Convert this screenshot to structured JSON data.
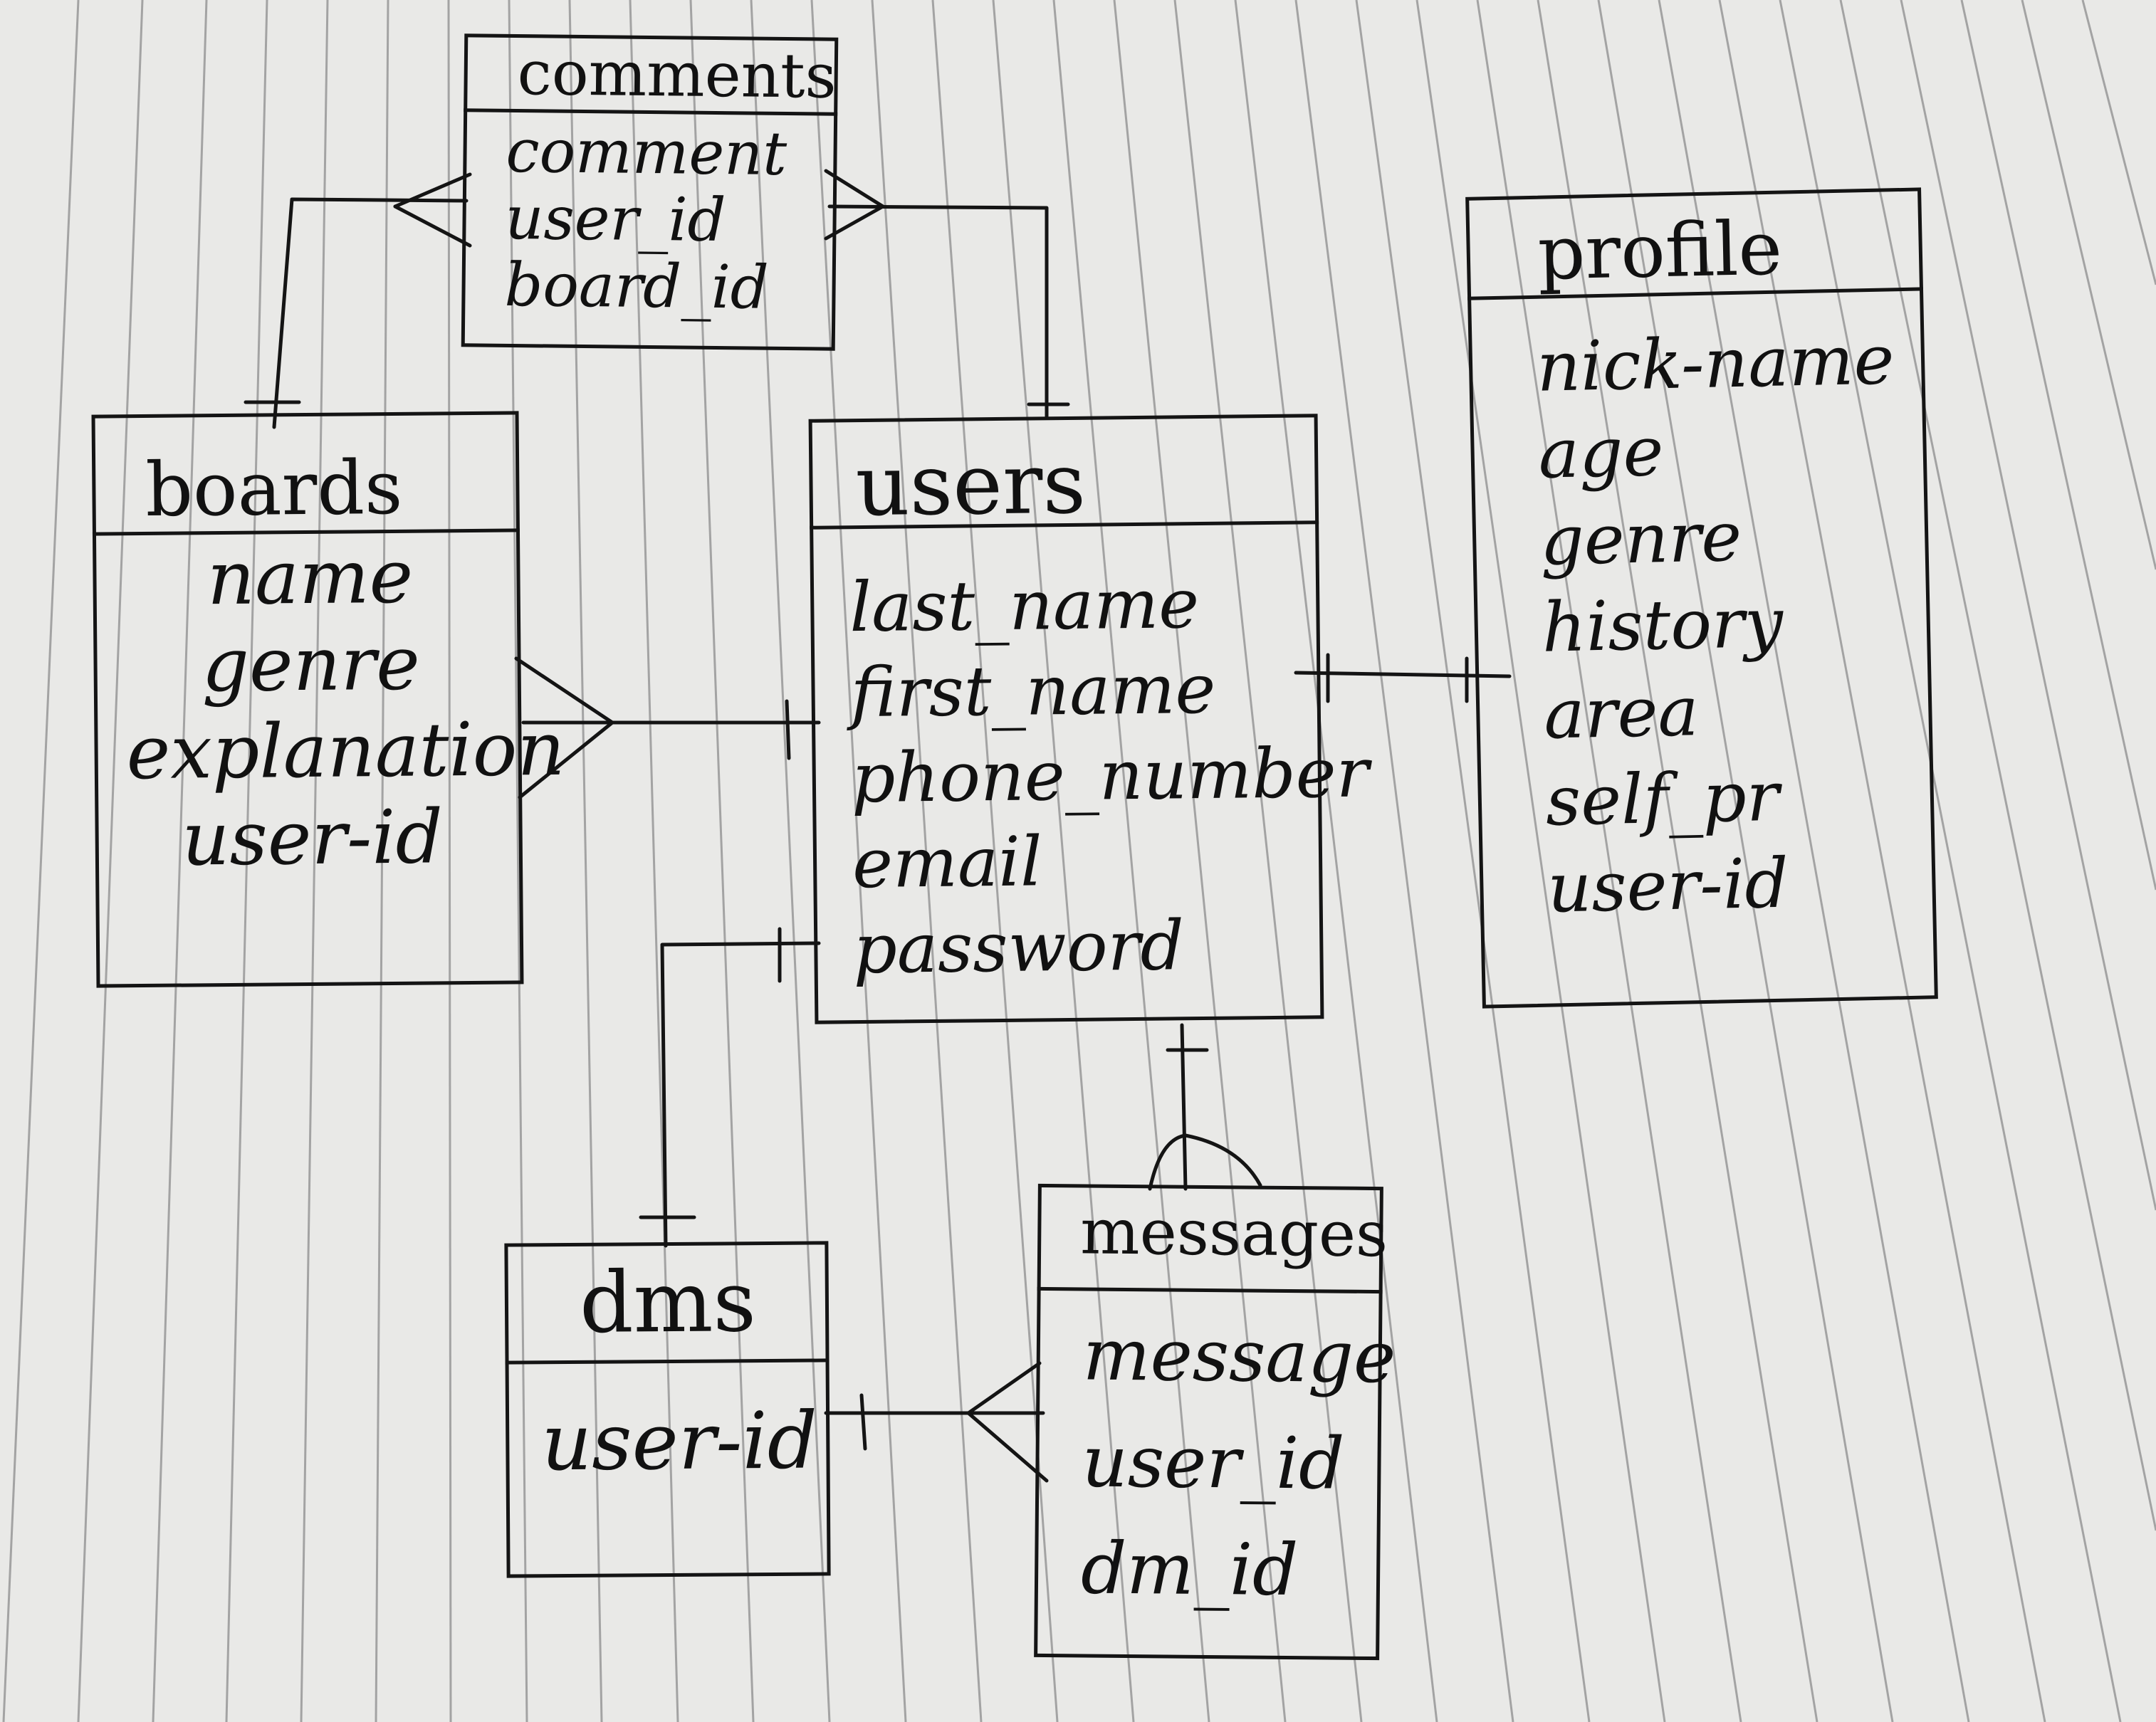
{
  "diagram": {
    "entities": {
      "comments": {
        "title": "comments",
        "attributes": [
          "comment",
          "user_id",
          "board_id"
        ]
      },
      "boards": {
        "title": "boards",
        "attributes": [
          "name",
          "genre",
          "explanation",
          "user-id"
        ]
      },
      "users": {
        "title": "users",
        "attributes": [
          "last_name",
          "first_name",
          "phone_number",
          "email",
          "password"
        ]
      },
      "profile": {
        "title": "profile",
        "attributes": [
          "nick-name",
          "age",
          "genre",
          "history",
          "area",
          "self_pr",
          "user-id"
        ]
      },
      "dms": {
        "title": "dms",
        "attributes": [
          "user-id"
        ]
      },
      "messages": {
        "title": "messages",
        "attributes": [
          "message",
          "user_id",
          "dm_id"
        ]
      }
    },
    "relationships": [
      {
        "from": "boards",
        "from_cardinality": "one",
        "to": "comments",
        "to_cardinality": "many"
      },
      {
        "from": "users",
        "from_cardinality": "one",
        "to": "comments",
        "to_cardinality": "many"
      },
      {
        "from": "users",
        "from_cardinality": "one",
        "to": "boards",
        "to_cardinality": "many"
      },
      {
        "from": "users",
        "from_cardinality": "one",
        "to": "profile",
        "to_cardinality": "one"
      },
      {
        "from": "users",
        "from_cardinality": "one",
        "to": "dms",
        "to_cardinality": "one"
      },
      {
        "from": "users",
        "from_cardinality": "one",
        "to": "messages",
        "to_cardinality": "many"
      },
      {
        "from": "dms",
        "from_cardinality": "one",
        "to": "messages",
        "to_cardinality": "many"
      }
    ],
    "colors": {
      "paper": "#e9e9e7",
      "ruling": "#9a9a9a",
      "ink": "#141414"
    }
  }
}
